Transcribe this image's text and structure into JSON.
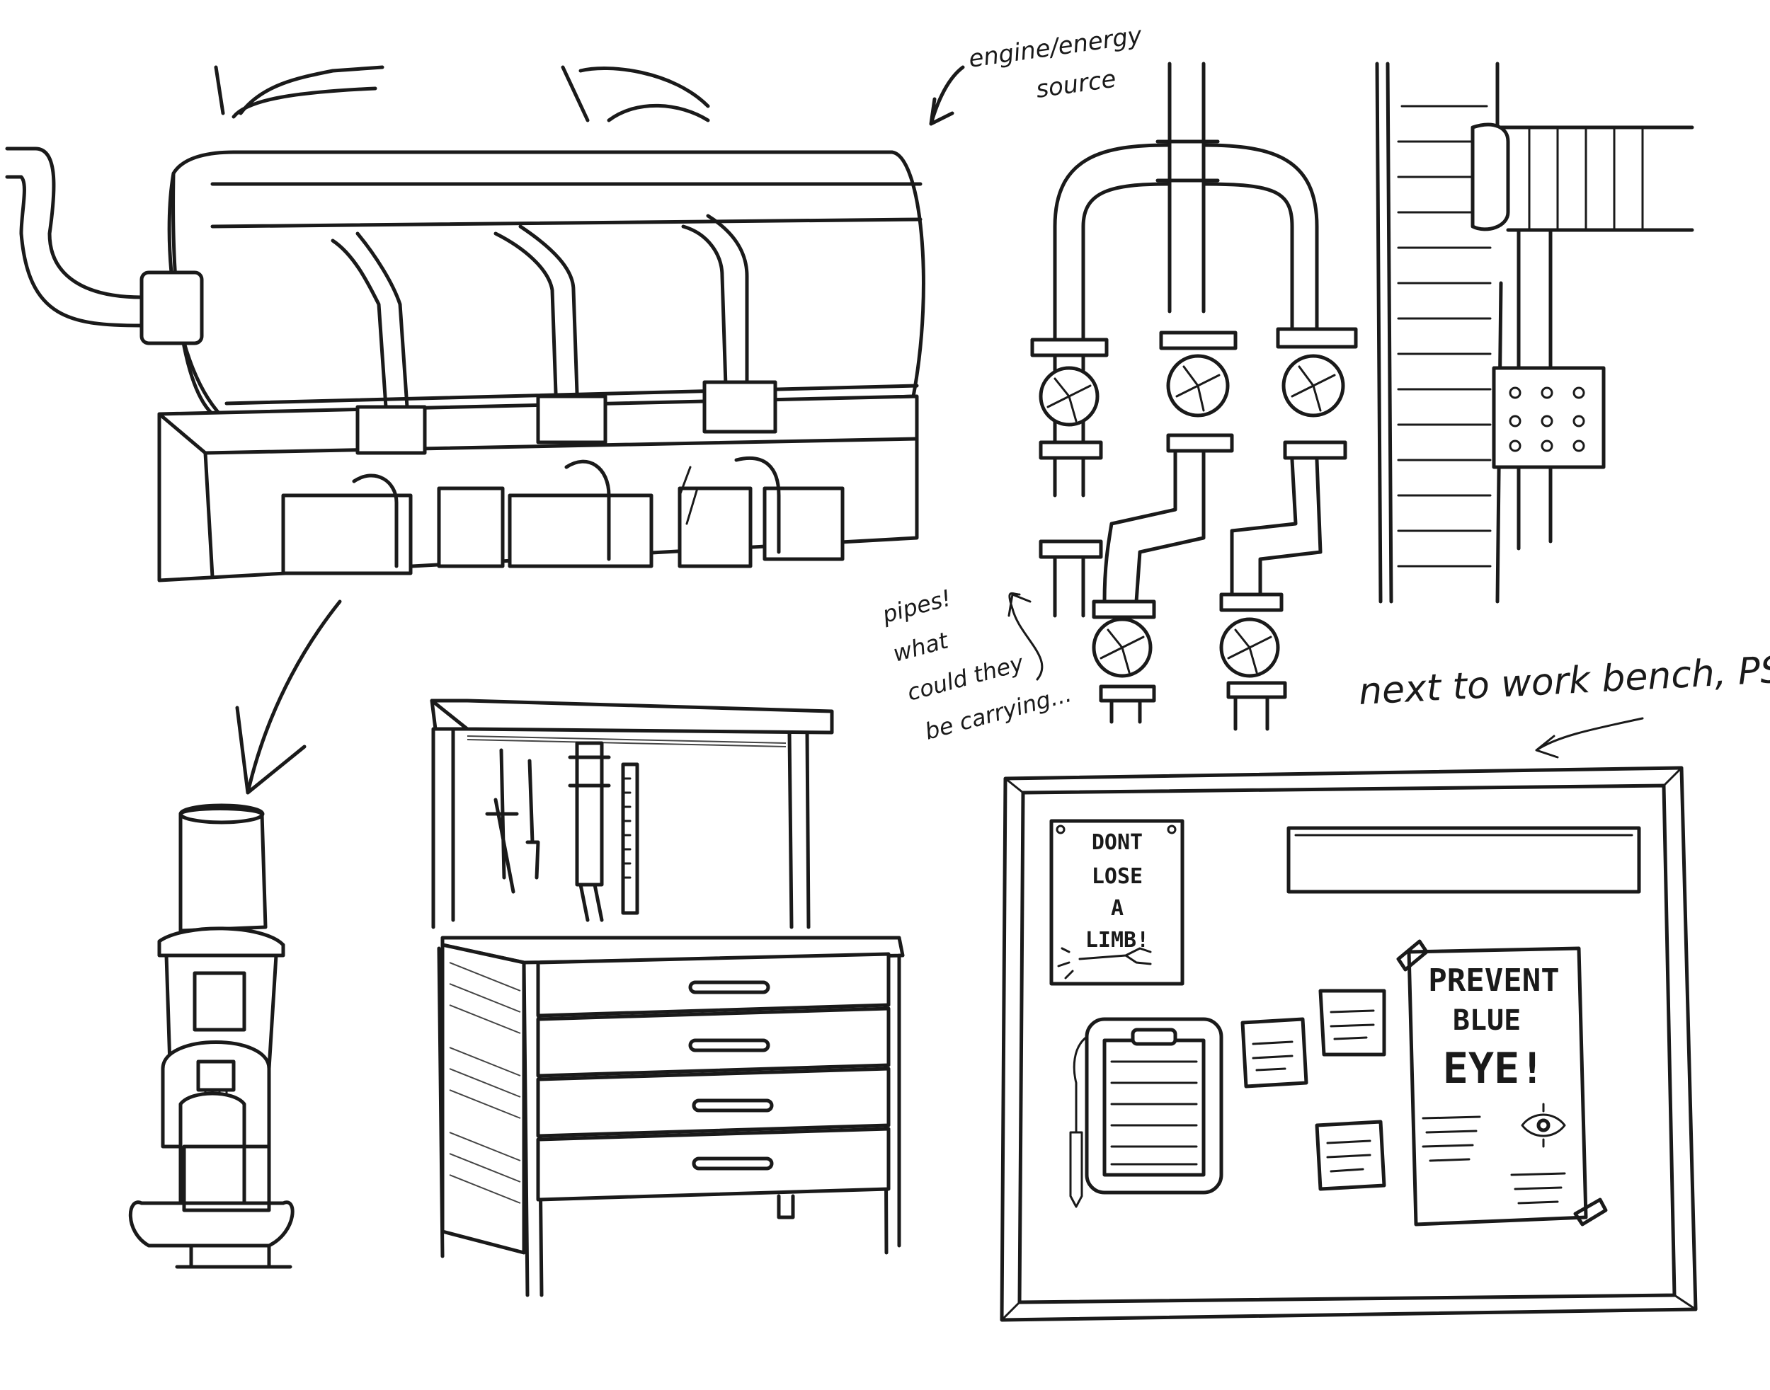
{
  "notes": {
    "engine": [
      "engine/energy",
      "source"
    ],
    "pipes": [
      "pipes!",
      "what",
      "could they",
      "be carrying..."
    ],
    "board": "next to work bench, PSAs"
  },
  "posters": {
    "limb": [
      "DONT",
      "LOSE",
      "A",
      "LIMB!"
    ],
    "blue_eye": [
      "PREVENT",
      "BLUE",
      "EYE!"
    ]
  }
}
